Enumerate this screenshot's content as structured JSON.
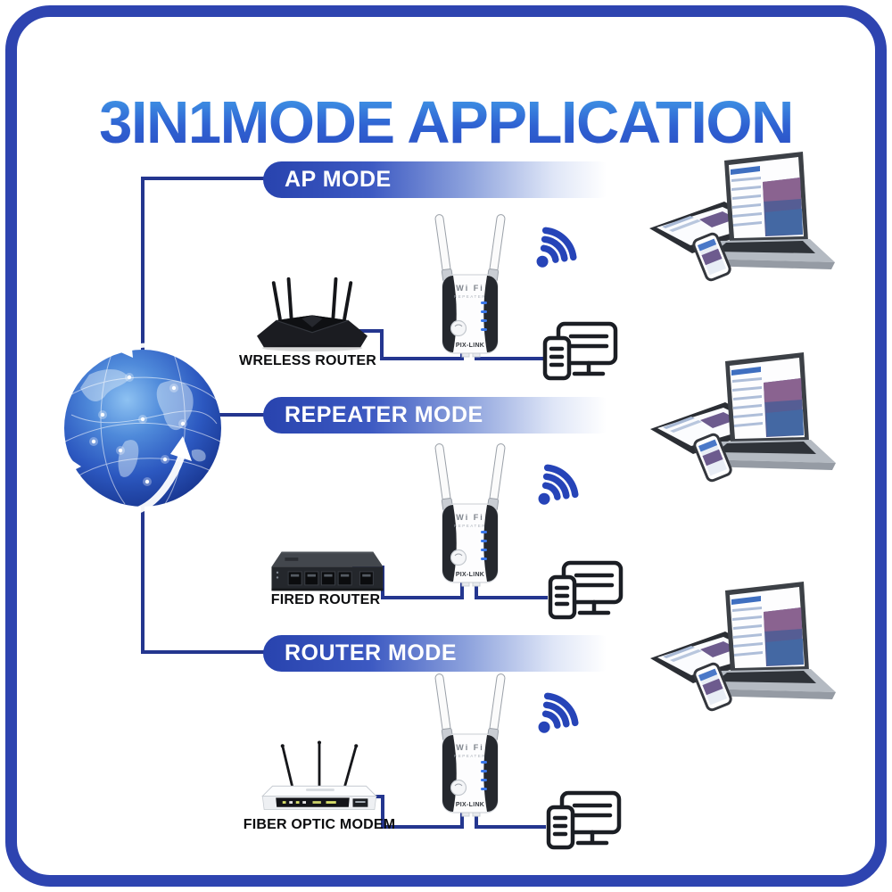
{
  "title": "3IN1MODE APPLICATION",
  "modes": [
    {
      "banner": "AP MODE",
      "source_device": {
        "name": "wireless-router",
        "label": "WRELESS ROUTER"
      }
    },
    {
      "banner": "REPEATER MODE",
      "source_device": {
        "name": "wired-switch",
        "label": "FIRED ROUTER"
      }
    },
    {
      "banner": "ROUTER MODE",
      "source_device": {
        "name": "fiber-optic-modem",
        "label": "FIBER OPTIC MODEM"
      }
    }
  ],
  "repeater_device": {
    "logo": "Wi Fi",
    "sub_label": "REPEATER",
    "brand": "PIX-LINK"
  },
  "icons": {
    "internet": "globe-network-icon",
    "signal": "wifi-signal-icon",
    "clients": "monitor-phone-icon",
    "client_cluster": "laptop-tablet-phone-image"
  },
  "colors": {
    "frame_blue": "#2e44b0",
    "wire_blue": "#24368f",
    "banner_blue": "#2843ae",
    "wifi_blue": "#2644b8",
    "title_top": "#44a3eb",
    "title_bottom": "#2a4cc2"
  }
}
